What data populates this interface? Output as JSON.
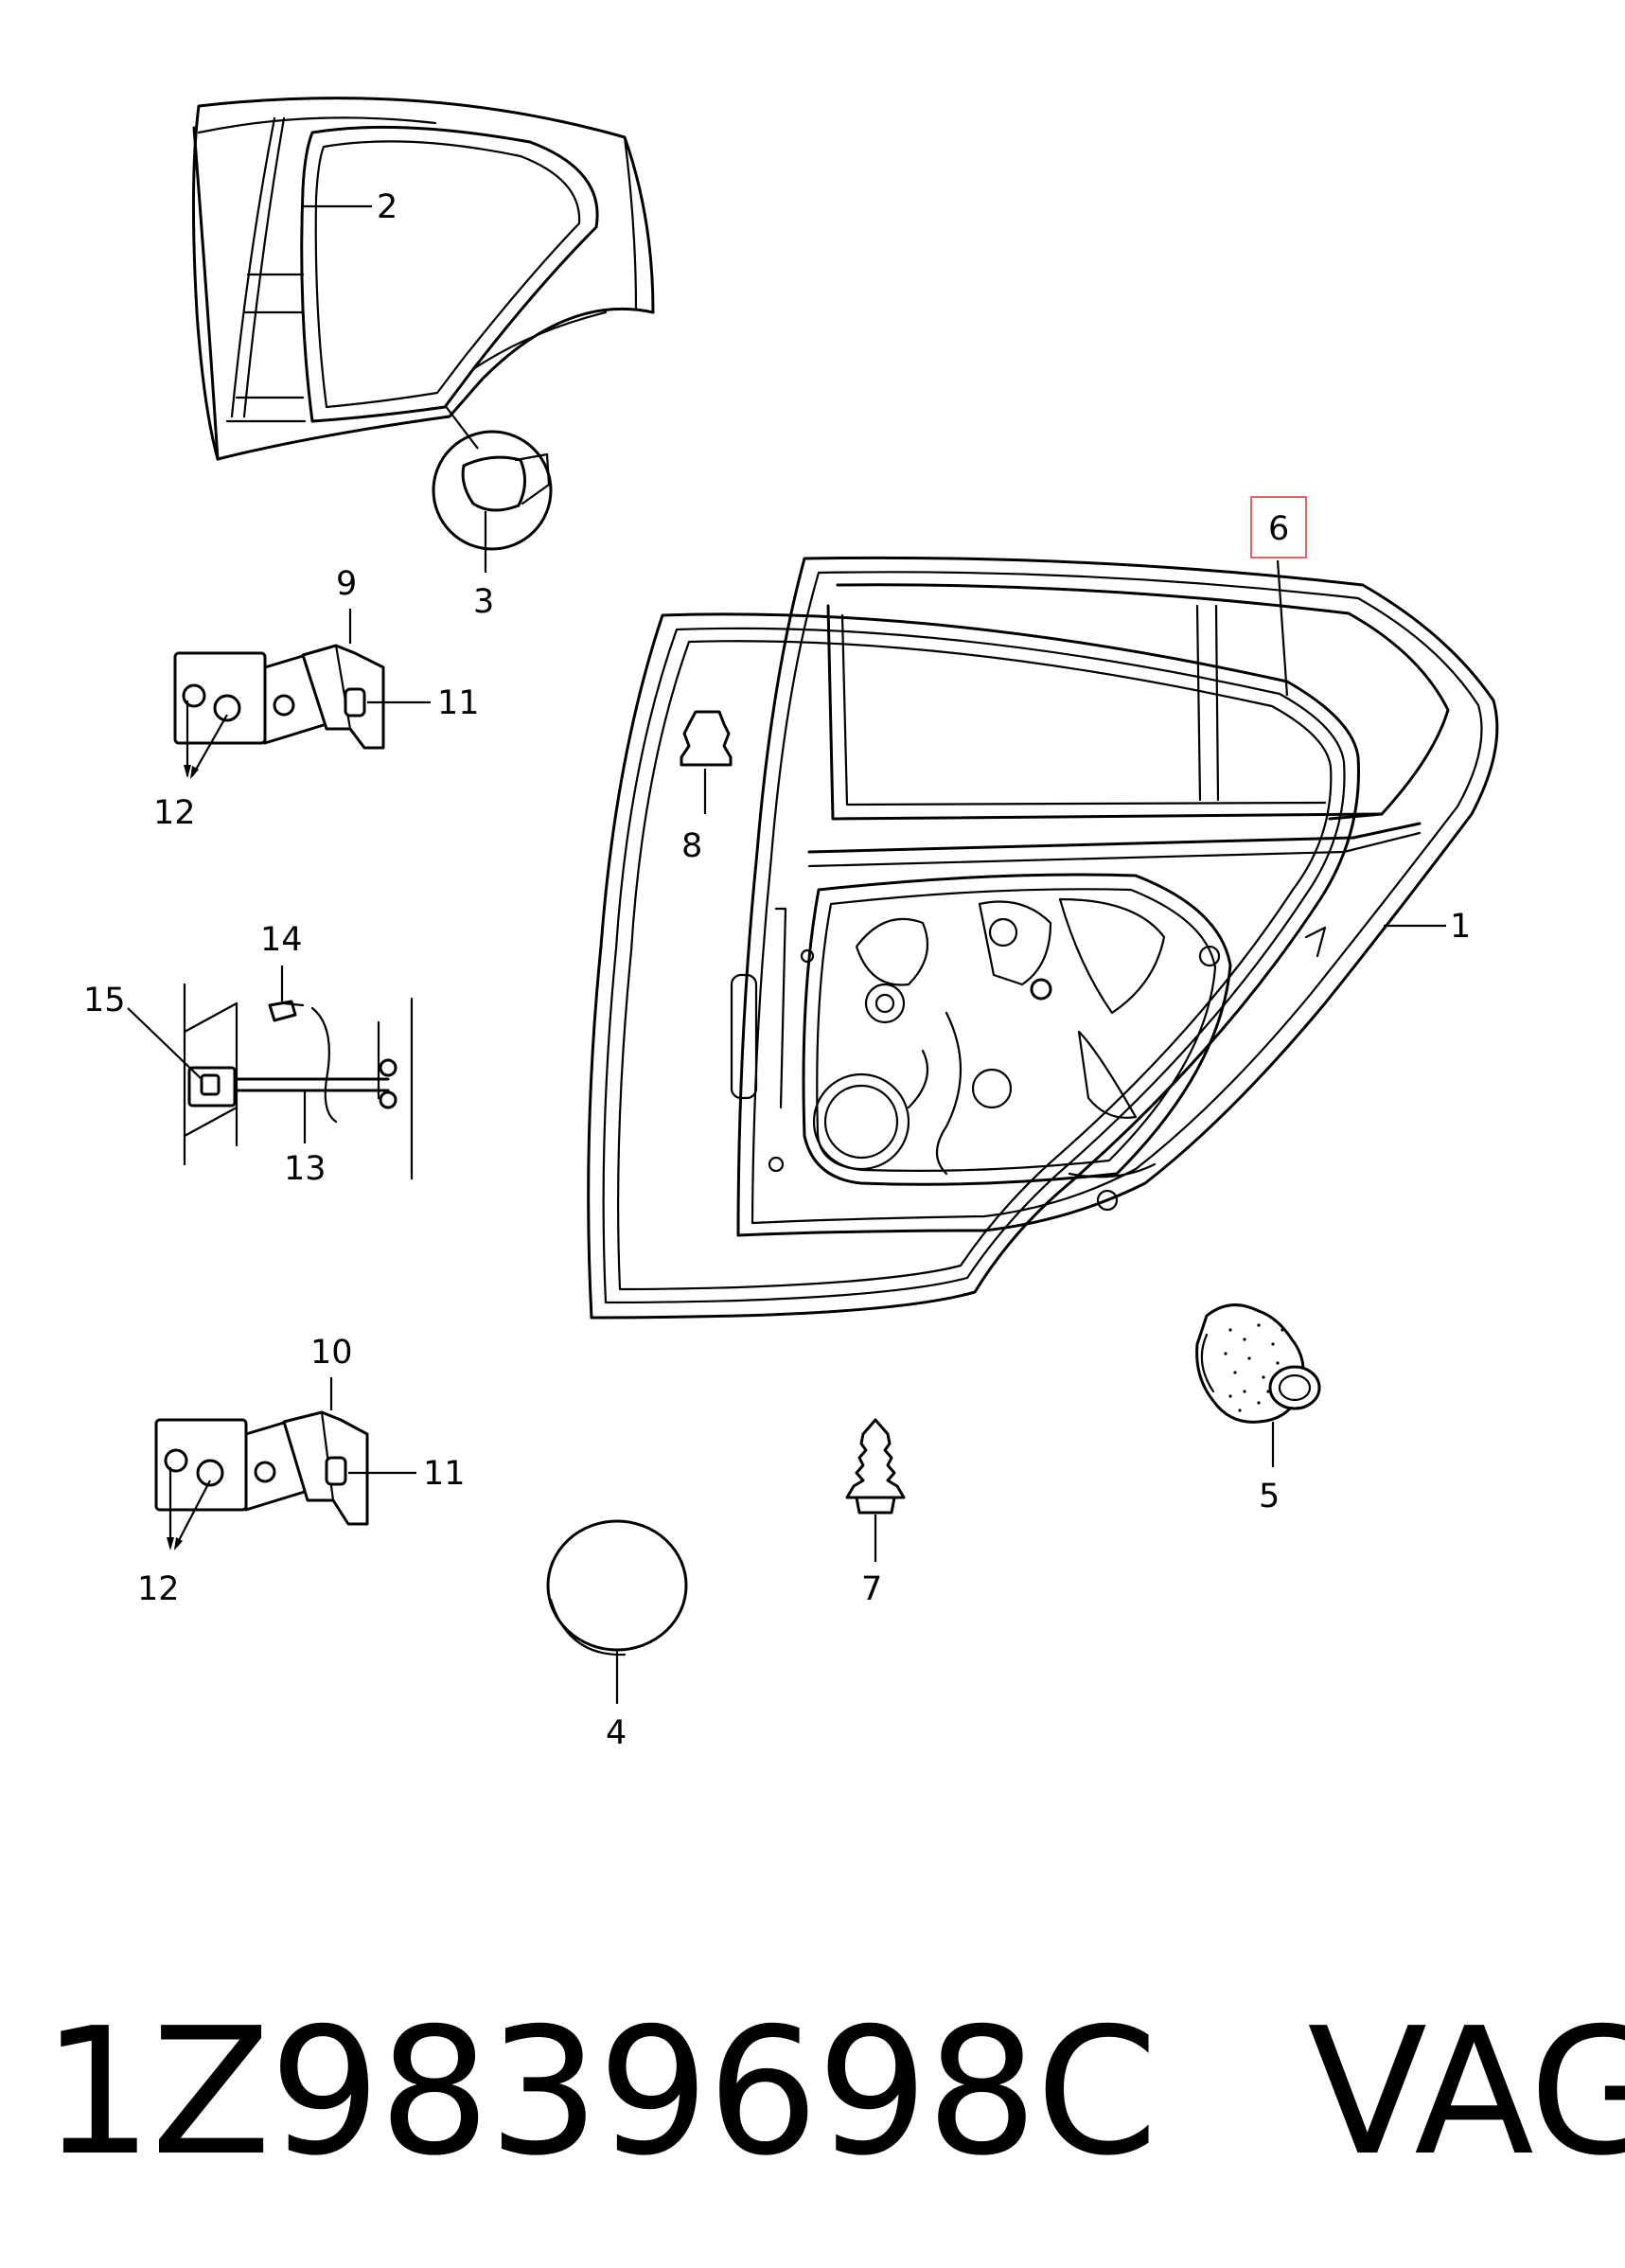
{
  "callouts": {
    "c1": "1",
    "c2": "2",
    "c3": "3",
    "c4": "4",
    "c5": "5",
    "c6": "6",
    "c7": "7",
    "c8": "8",
    "c9": "9",
    "c10": "10",
    "c11a": "11",
    "c11b": "11",
    "c12a": "12",
    "c12b": "12",
    "c13": "13",
    "c14": "14",
    "c15": "15"
  },
  "highlighted_callout": "6",
  "colors": {
    "highlight": "#e06666",
    "line": "#000000"
  },
  "footer": {
    "part_number": "1Z9839698C",
    "brand": "VAG"
  }
}
